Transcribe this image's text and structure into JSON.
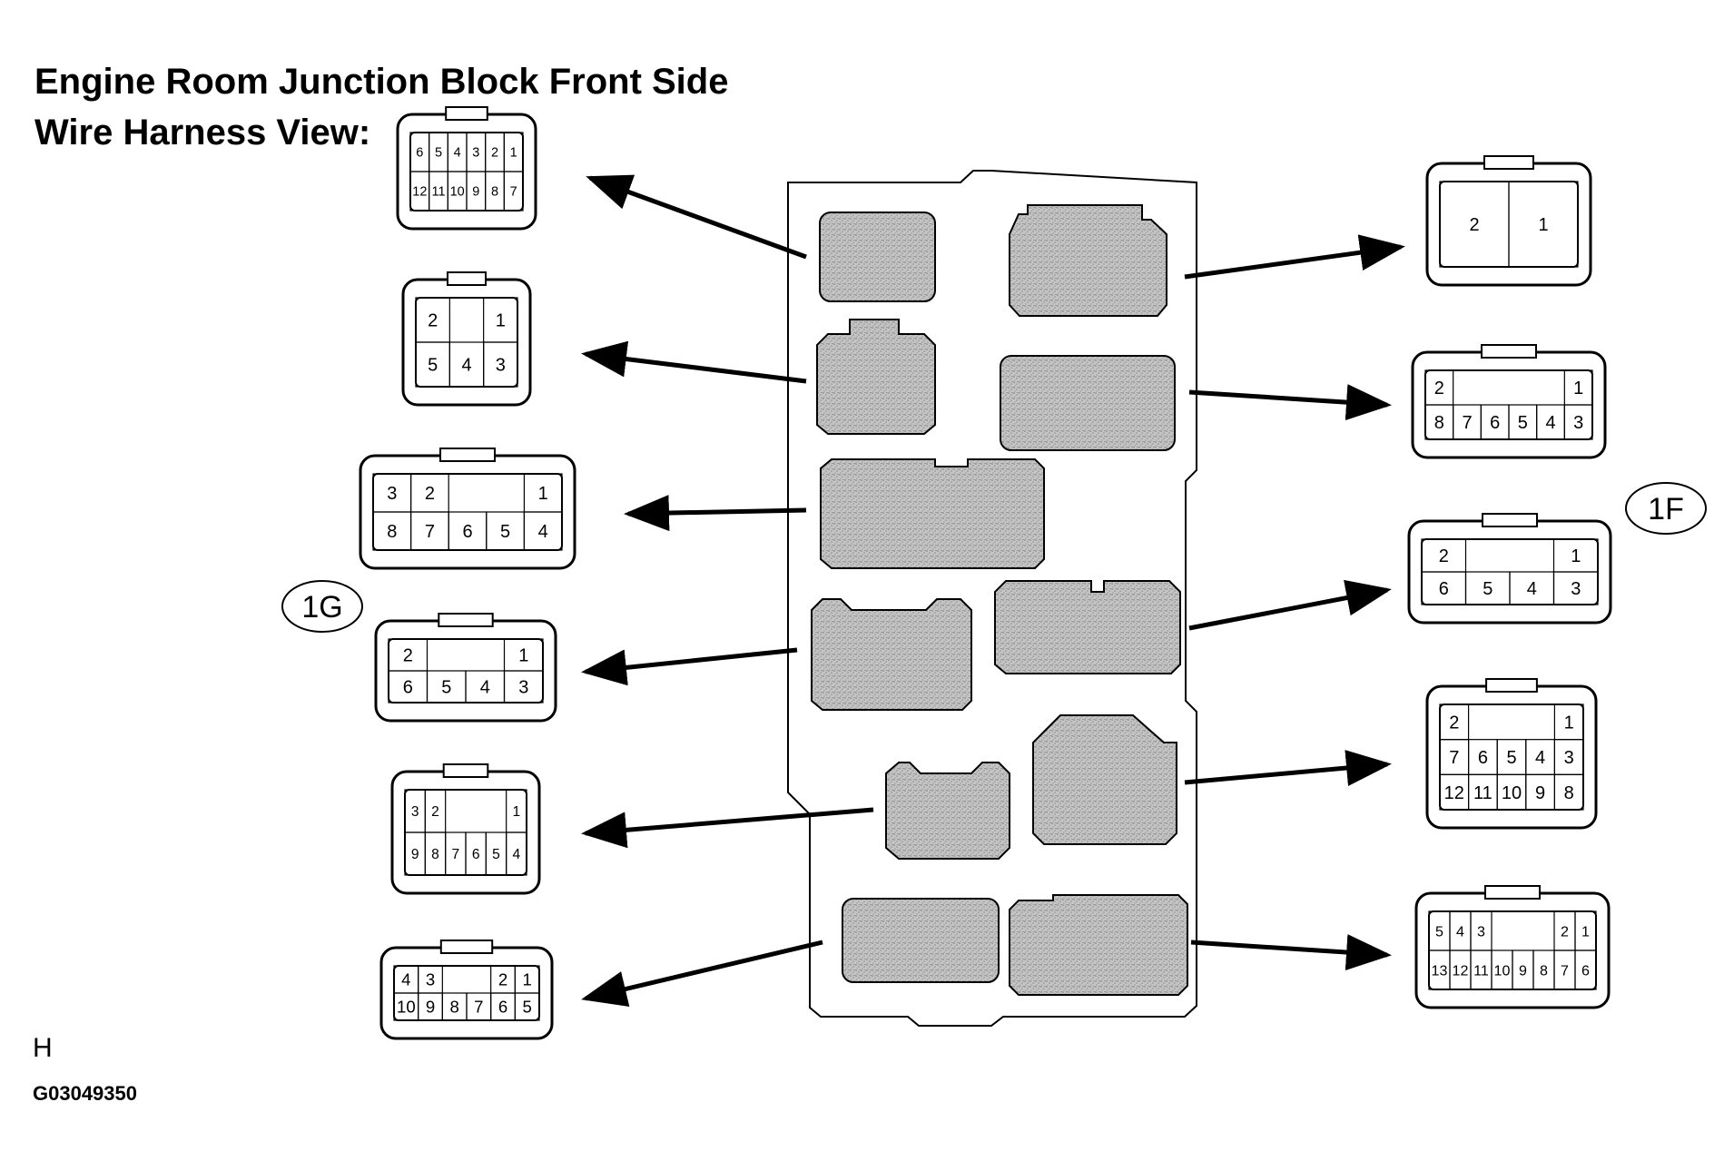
{
  "title_line1": "Engine Room Junction Block Front Side",
  "title_line2": "Wire Harness View:",
  "footer_mark": "H",
  "figure_code": "G03049350",
  "labels": {
    "left": "1G",
    "right": "1F"
  },
  "connectors": {
    "left": [
      {
        "rows": [
          [
            "6",
            "5",
            "4",
            "3",
            "2",
            "1"
          ],
          [
            "12",
            "11",
            "10",
            "9",
            "8",
            "7"
          ]
        ]
      },
      {
        "rows": [
          [
            "2",
            "1"
          ],
          [
            "5",
            "4",
            "3"
          ]
        ]
      },
      {
        "rows": [
          [
            "3",
            "2",
            "1"
          ],
          [
            "8",
            "7",
            "6",
            "5",
            "4"
          ]
        ]
      },
      {
        "rows": [
          [
            "2",
            "1"
          ],
          [
            "6",
            "5",
            "4",
            "3"
          ]
        ]
      },
      {
        "rows": [
          [
            "3",
            "2",
            "1"
          ],
          [
            "9",
            "8",
            "7",
            "6",
            "5",
            "4"
          ]
        ]
      },
      {
        "rows": [
          [
            "4",
            "3",
            "2",
            "1"
          ],
          [
            "10",
            "9",
            "8",
            "7",
            "6",
            "5"
          ]
        ]
      }
    ],
    "right": [
      {
        "rows": [
          [
            "2",
            "1"
          ]
        ]
      },
      {
        "rows": [
          [
            "2",
            "1"
          ],
          [
            "8",
            "7",
            "6",
            "5",
            "4",
            "3"
          ]
        ]
      },
      {
        "rows": [
          [
            "2",
            "1"
          ],
          [
            "6",
            "5",
            "4",
            "3"
          ]
        ]
      },
      {
        "rows": [
          [
            "2",
            "1"
          ],
          [
            "7",
            "6",
            "5",
            "4",
            "3"
          ],
          [
            "12",
            "11",
            "10",
            "9",
            "8"
          ]
        ]
      },
      {
        "rows": [
          [
            "5",
            "4",
            "3",
            "2",
            "1"
          ],
          [
            "13",
            "12",
            "11",
            "10",
            "9",
            "8",
            "7",
            "6"
          ]
        ]
      }
    ]
  }
}
